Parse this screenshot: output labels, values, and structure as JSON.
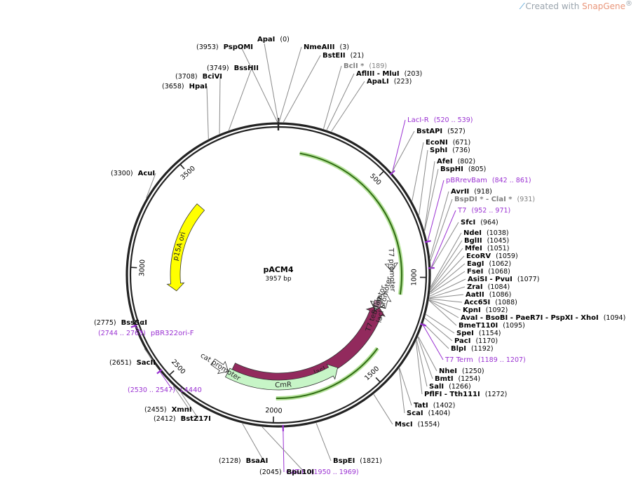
{
  "watermark": {
    "prefix": "Created with ",
    "brand": "SnapGene",
    "reg": "®"
  },
  "plasmid": {
    "name": "pACM4",
    "length_label": "3957 bp",
    "length": 3957
  },
  "ticks": [
    "500",
    "1000",
    "1500",
    "2000",
    "2500",
    "3000",
    "3500"
  ],
  "features": [
    {
      "name": "lacI",
      "label": "lacI",
      "color": "#922a5d",
      "start": 1178,
      "end": 2265,
      "dir": -1,
      "ring": "inner"
    },
    {
      "name": "lacI promoter",
      "label": "lacI promoter",
      "color": "#ffffff",
      "start": 1090,
      "end": 1178,
      "dir": -1,
      "ring": "inner"
    },
    {
      "name": "T7 promoter",
      "label": "T7 promoter",
      "color": "#ffffff",
      "start": 952,
      "end": 971,
      "dir": 1,
      "ring": "inner"
    },
    {
      "name": "S-Tag",
      "label": "S-Tag",
      "color": "#c794b2",
      "start": 1150,
      "end": 1210,
      "dir": 1,
      "ring": "inner"
    },
    {
      "name": "T7 terminator",
      "label": "T7 terminator",
      "color": "#ffffff",
      "start": 1189,
      "end": 1207,
      "dir": 1,
      "ring": "inner"
    },
    {
      "name": "CmR",
      "label": "CmR",
      "color": "#c7f5c7",
      "start": 1620,
      "end": 2280,
      "dir": -1,
      "ring": "inner"
    },
    {
      "name": "cat promoter",
      "label": "cat promoter",
      "color": "#ffffff",
      "start": 2280,
      "end": 2385,
      "dir": -1,
      "ring": "inner"
    },
    {
      "name": "p15A ori",
      "label": "p15A ori",
      "color": "#ffff00",
      "start": 2870,
      "end": 3420,
      "dir": -1,
      "ring": "inner"
    }
  ],
  "sites": [
    {
      "name": "ApaI",
      "pos": "(0)",
      "side": "top",
      "style": "normal"
    },
    {
      "name": "PspOMI",
      "pos": "(3953)",
      "side": "left",
      "style": "normal"
    },
    {
      "name": "NmeAIII",
      "pos": "(3)",
      "side": "right",
      "style": "normal"
    },
    {
      "name": "BstEII",
      "pos": "(21)",
      "side": "right",
      "style": "normal"
    },
    {
      "name": "BclI *",
      "pos": "(189)",
      "side": "right",
      "style": "gray"
    },
    {
      "name": "AflIII - MluI",
      "pos": "(203)",
      "side": "right",
      "style": "normal"
    },
    {
      "name": "ApaLI",
      "pos": "(223)",
      "side": "right",
      "style": "normal"
    },
    {
      "name": "LacI-R",
      "pos": "(520 .. 539)",
      "side": "right",
      "style": "purple"
    },
    {
      "name": "BstAPI",
      "pos": "(527)",
      "side": "right",
      "style": "normal"
    },
    {
      "name": "EcoNI",
      "pos": "(671)",
      "side": "right",
      "style": "normal"
    },
    {
      "name": "SphI",
      "pos": "(736)",
      "side": "right",
      "style": "normal"
    },
    {
      "name": "AfeI",
      "pos": "(802)",
      "side": "right",
      "style": "normal"
    },
    {
      "name": "BspHI",
      "pos": "(805)",
      "side": "right",
      "style": "normal"
    },
    {
      "name": "pBRrevBam",
      "pos": "(842 .. 861)",
      "side": "right",
      "style": "purple"
    },
    {
      "name": "AvrII",
      "pos": "(918)",
      "side": "right",
      "style": "normal"
    },
    {
      "name": "BspDI * - ClaI *",
      "pos": "(931)",
      "side": "right",
      "style": "gray"
    },
    {
      "name": "T7",
      "pos": "(952 .. 971)",
      "side": "right",
      "style": "purple"
    },
    {
      "name": "SfcI",
      "pos": "(964)",
      "side": "right",
      "style": "normal"
    },
    {
      "name": "NdeI",
      "pos": "(1038)",
      "side": "right",
      "style": "normal"
    },
    {
      "name": "BglII",
      "pos": "(1045)",
      "side": "right",
      "style": "normal"
    },
    {
      "name": "MfeI",
      "pos": "(1051)",
      "side": "right",
      "style": "normal"
    },
    {
      "name": "EcoRV",
      "pos": "(1059)",
      "side": "right",
      "style": "normal"
    },
    {
      "name": "EagI",
      "pos": "(1062)",
      "side": "right",
      "style": "normal"
    },
    {
      "name": "FseI",
      "pos": "(1068)",
      "side": "right",
      "style": "normal"
    },
    {
      "name": "AsiSI - PvuI",
      "pos": "(1077)",
      "side": "right",
      "style": "normal"
    },
    {
      "name": "ZraI",
      "pos": "(1084)",
      "side": "right",
      "style": "normal"
    },
    {
      "name": "AatII",
      "pos": "(1086)",
      "side": "right",
      "style": "normal"
    },
    {
      "name": "Acc65I",
      "pos": "(1088)",
      "side": "right",
      "style": "normal"
    },
    {
      "name": "KpnI",
      "pos": "(1092)",
      "side": "right",
      "style": "normal"
    },
    {
      "name": "AvaI - BsoBI - PaeR7I - PspXI - XhoI",
      "pos": "(1094)",
      "side": "right",
      "style": "normal"
    },
    {
      "name": "BmeT110I",
      "pos": "(1095)",
      "side": "right",
      "style": "normal"
    },
    {
      "name": "SpeI",
      "pos": "(1154)",
      "side": "right",
      "style": "normal"
    },
    {
      "name": "PacI",
      "pos": "(1170)",
      "side": "right",
      "style": "normal"
    },
    {
      "name": "BlpI",
      "pos": "(1192)",
      "side": "right",
      "style": "normal"
    },
    {
      "name": "T7 Term",
      "pos": "(1189 .. 1207)",
      "side": "right",
      "style": "purple"
    },
    {
      "name": "NheI",
      "pos": "(1250)",
      "side": "right",
      "style": "normal"
    },
    {
      "name": "BmtI",
      "pos": "(1254)",
      "side": "right",
      "style": "normal"
    },
    {
      "name": "SalI",
      "pos": "(1266)",
      "side": "right",
      "style": "normal"
    },
    {
      "name": "PflFI - Tth111I",
      "pos": "(1272)",
      "side": "right",
      "style": "normal"
    },
    {
      "name": "TatI",
      "pos": "(1402)",
      "side": "right",
      "style": "normal"
    },
    {
      "name": "ScaI",
      "pos": "(1404)",
      "side": "right",
      "style": "normal"
    },
    {
      "name": "MscI",
      "pos": "(1554)",
      "side": "right",
      "style": "normal"
    },
    {
      "name": "BspEI",
      "pos": "(1821)",
      "side": "right",
      "style": "normal"
    },
    {
      "name": "CAT-R",
      "pos": "(1950 .. 1969)",
      "side": "right",
      "style": "purple"
    },
    {
      "name": "Bpu10I",
      "pos": "(2045)",
      "side": "left",
      "style": "normal"
    },
    {
      "name": "BsaAI",
      "pos": "(2128)",
      "side": "left",
      "style": "normal"
    },
    {
      "name": "BstZ17I",
      "pos": "(2412)",
      "side": "left",
      "style": "normal"
    },
    {
      "name": "XmnI",
      "pos": "(2455)",
      "side": "left",
      "style": "normal"
    },
    {
      "name": "L4440",
      "pos": "(2530 .. 2547)",
      "side": "left",
      "style": "purple"
    },
    {
      "name": "SacII",
      "pos": "(2651)",
      "side": "left",
      "style": "normal"
    },
    {
      "name": "pBR322ori-F",
      "pos": "(2744 .. 2763)",
      "side": "left",
      "style": "purple"
    },
    {
      "name": "BssSαI",
      "pos": "(2775)",
      "side": "left",
      "style": "normal"
    },
    {
      "name": "AcuI",
      "pos": "(3300)",
      "side": "left",
      "style": "normal"
    },
    {
      "name": "HpaI",
      "pos": "(3658)",
      "side": "left",
      "style": "normal"
    },
    {
      "name": "BciVI",
      "pos": "(3708)",
      "side": "left",
      "style": "normal"
    },
    {
      "name": "BssHII",
      "pos": "(3749)",
      "side": "left",
      "style": "normal"
    }
  ]
}
